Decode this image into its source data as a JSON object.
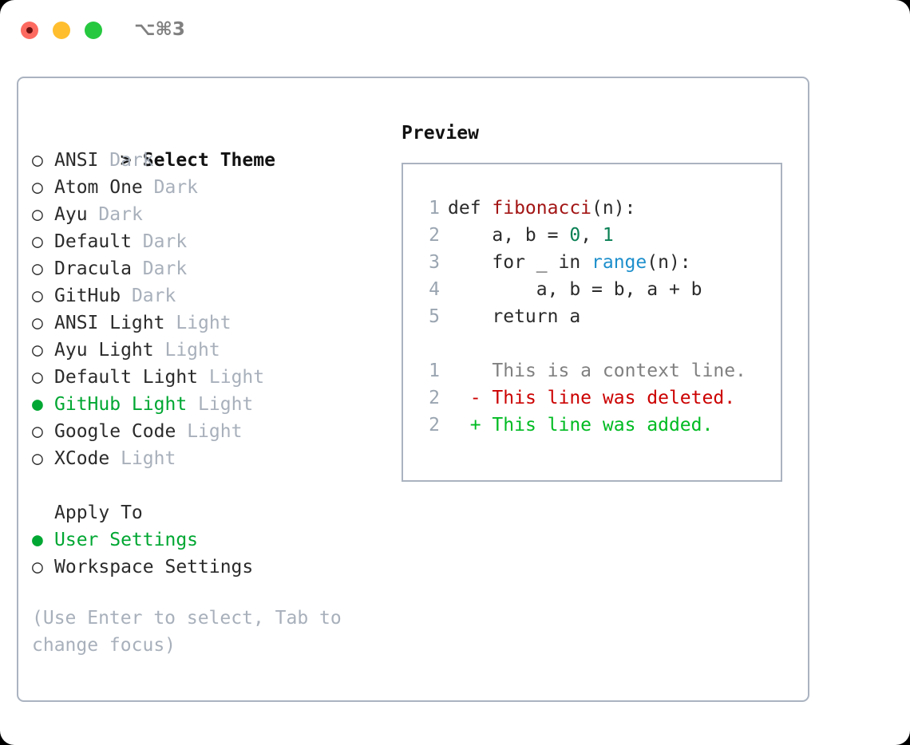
{
  "titlebar": {
    "shortcut": "⌥⌘3",
    "buttons": [
      {
        "name": "close",
        "color": "#fd6a60"
      },
      {
        "name": "minimize",
        "color": "#ffbe2e"
      },
      {
        "name": "zoom",
        "color": "#26c83f"
      }
    ]
  },
  "theme_section": {
    "caret": ">",
    "title": "Select Theme",
    "items": [
      {
        "bullet": "○",
        "label": "ANSI",
        "category": "Dark",
        "selected": false
      },
      {
        "bullet": "○",
        "label": "Atom One",
        "category": "Dark",
        "selected": false
      },
      {
        "bullet": "○",
        "label": "Ayu",
        "category": "Dark",
        "selected": false
      },
      {
        "bullet": "○",
        "label": "Default",
        "category": "Dark",
        "selected": false
      },
      {
        "bullet": "○",
        "label": "Dracula",
        "category": "Dark",
        "selected": false
      },
      {
        "bullet": "○",
        "label": "GitHub",
        "category": "Dark",
        "selected": false
      },
      {
        "bullet": "○",
        "label": "ANSI Light",
        "category": "Light",
        "selected": false
      },
      {
        "bullet": "○",
        "label": "Ayu Light",
        "category": "Light",
        "selected": false
      },
      {
        "bullet": "○",
        "label": "Default Light",
        "category": "Light",
        "selected": false
      },
      {
        "bullet": "●",
        "label": "GitHub Light",
        "category": "Light",
        "selected": true
      },
      {
        "bullet": "○",
        "label": "Google Code",
        "category": "Light",
        "selected": false
      },
      {
        "bullet": "○",
        "label": "XCode",
        "category": "Light",
        "selected": false
      }
    ]
  },
  "apply_section": {
    "title": "Apply To",
    "items": [
      {
        "bullet": "●",
        "label": "User Settings",
        "selected": true
      },
      {
        "bullet": "○",
        "label": "Workspace Settings",
        "selected": false
      }
    ]
  },
  "hint": "(Use Enter to select, Tab to change focus)",
  "preview": {
    "title": "Preview",
    "code_lines": [
      {
        "no": "1",
        "tokens": [
          {
            "t": "def ",
            "c": "plain"
          },
          {
            "t": "fibonacci",
            "c": "func"
          },
          {
            "t": "(n):",
            "c": "plain"
          }
        ]
      },
      {
        "no": "2",
        "tokens": [
          {
            "t": "    a, b = ",
            "c": "plain"
          },
          {
            "t": "0",
            "c": "num"
          },
          {
            "t": ", ",
            "c": "plain"
          },
          {
            "t": "1",
            "c": "num"
          }
        ]
      },
      {
        "no": "3",
        "tokens": [
          {
            "t": "    for _ in ",
            "c": "plain"
          },
          {
            "t": "range",
            "c": "builtin"
          },
          {
            "t": "(n):",
            "c": "plain"
          }
        ]
      },
      {
        "no": "4",
        "tokens": [
          {
            "t": "        a, b = b, a + b",
            "c": "plain"
          }
        ]
      },
      {
        "no": "5",
        "tokens": [
          {
            "t": "    return a",
            "c": "plain"
          }
        ]
      }
    ],
    "diff_lines": [
      {
        "no": "1",
        "marker": " ",
        "text": " This is a context line.",
        "kind": "ctx"
      },
      {
        "no": "2",
        "marker": "-",
        "text": " This line was deleted.",
        "kind": "del"
      },
      {
        "no": "2",
        "marker": "+",
        "text": " This line was added.",
        "kind": "add"
      }
    ]
  },
  "colors": {
    "accent_green": "#00a732",
    "muted": "#a8b0bb",
    "border": "#aab3c0",
    "func_red": "#a31515",
    "number_teal": "#0a8055",
    "builtin_blue": "#1d8fcc",
    "diff_delete": "#cc0000",
    "diff_add": "#00bb22"
  }
}
